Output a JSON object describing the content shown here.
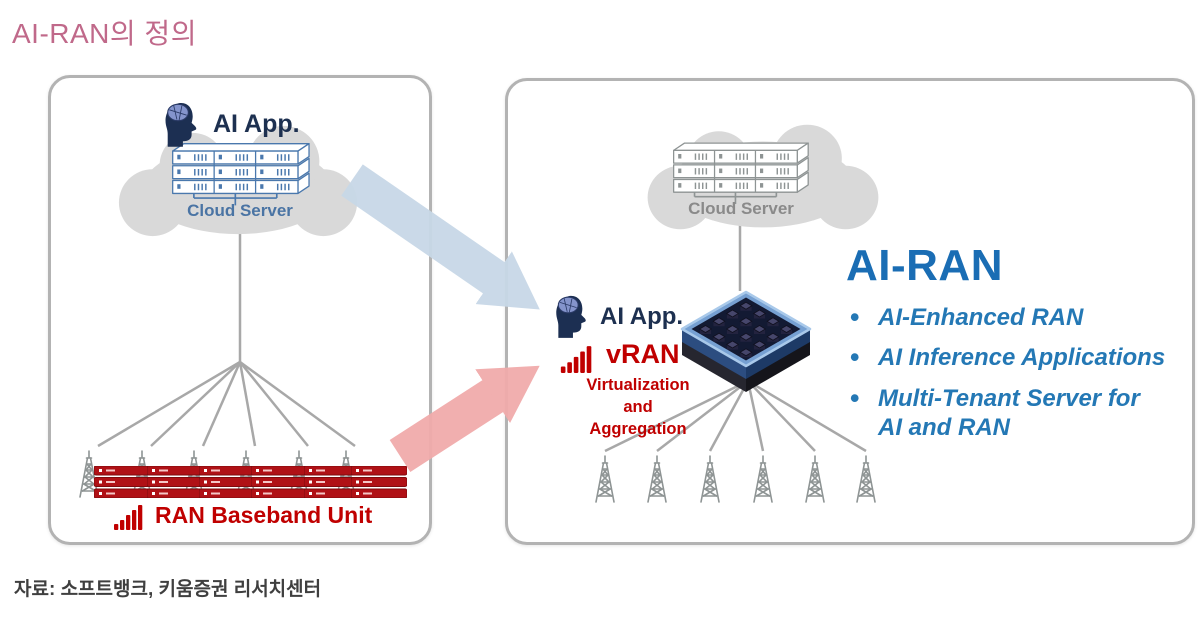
{
  "page": {
    "title": "AI-RAN의 정의",
    "source": "자료: 소프트뱅크, 키움증권 리서치센터"
  },
  "colors": {
    "pink": "#c0698a",
    "navy": "#1d3050",
    "red": "#c00000",
    "blue-heading": "#1a6db4",
    "blue-bullet": "#2478b5",
    "arrow-blue": "#c8d8e7",
    "arrow-pink": "#f1abab",
    "line-gray": "#a8a8a8"
  },
  "left_panel": {
    "ai_app_label": "AI App.",
    "cloud_server_label": "Cloud Server",
    "ran_baseband_label": "RAN Baseband Unit",
    "tower_count": 6
  },
  "right_panel": {
    "cloud_server_label": "Cloud Server",
    "ai_app_label": "AI App.",
    "vran_label": "vRAN",
    "vran_sub1": "Virtualization",
    "vran_sub2": "and",
    "vran_sub3": "Aggregation",
    "heading": "AI-RAN",
    "bullets": [
      "AI-Enhanced RAN",
      "AI Inference Applications",
      "Multi-Tenant Server for AI and RAN"
    ],
    "tower_count": 6
  },
  "icons": {
    "ai_head": "profile-head-with-brain",
    "cloud": "cloud-blob",
    "cloud_server_rack": "3d-server-rack-grid",
    "cell_tower": "lattice-radio-tower",
    "baseband_unit": "red-server-stack",
    "signal_bars": "ascending-signal-bars",
    "gpu_stack": "isometric-gpu-server-cube",
    "flow_arrows": "thick-diagonal-arrows"
  }
}
